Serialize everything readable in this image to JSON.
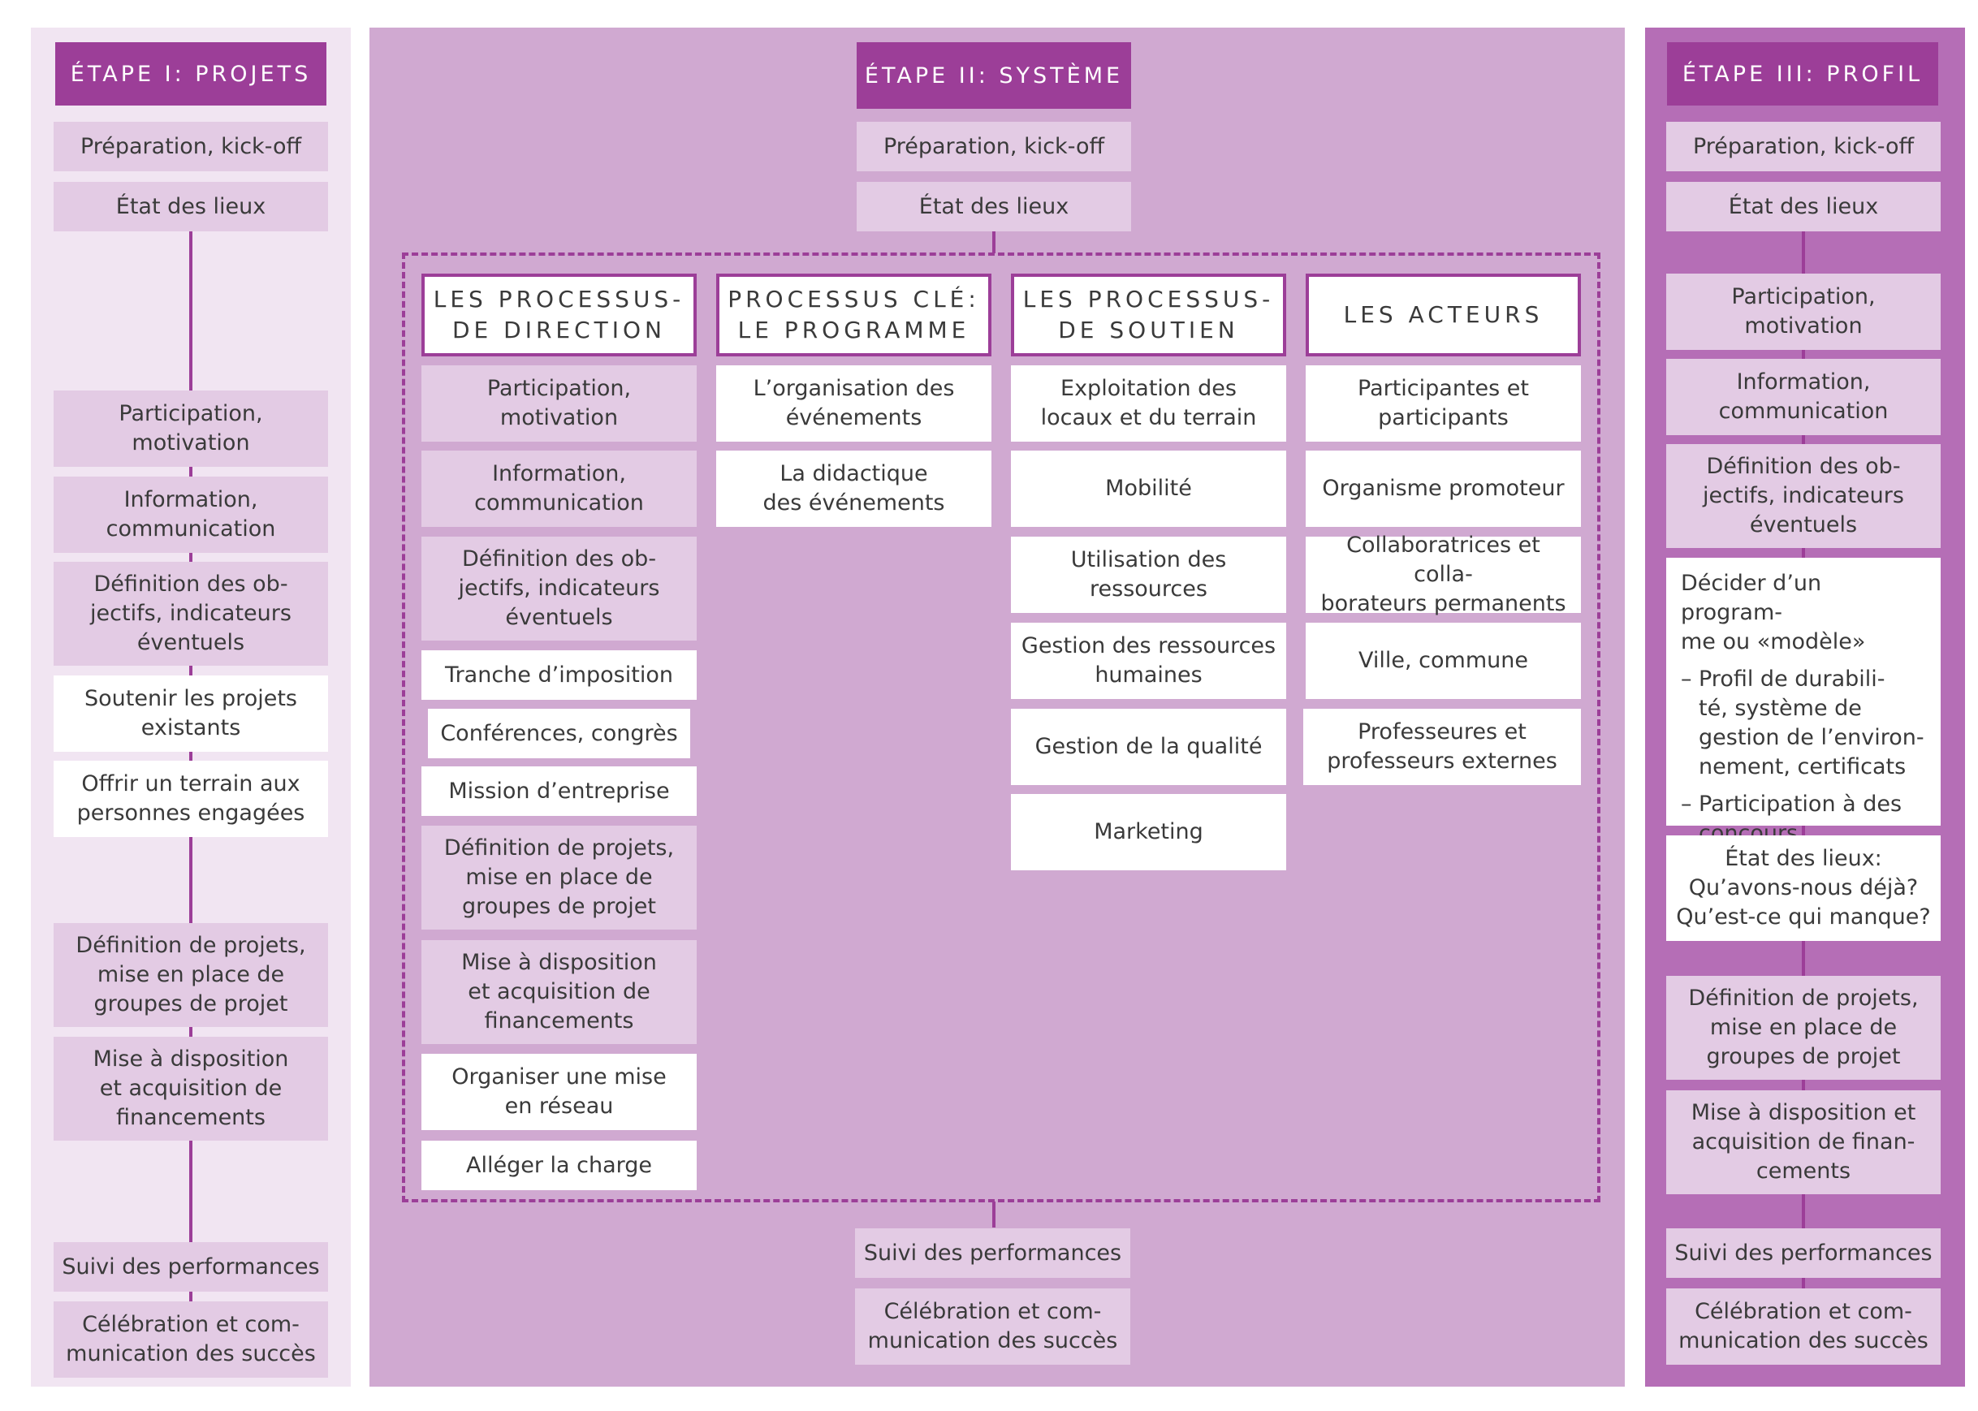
{
  "colors": {
    "accent": "#9c3e98",
    "stage1_bg": "#f1e5f2",
    "stage2_bg": "#d0a9d1",
    "stage3_bg": "#b56eb6",
    "box_light": "#e3cbe4"
  },
  "stage1": {
    "title": "ÉTAPE I: PROJETS",
    "items": [
      "Préparation, kick-off",
      "État des lieux",
      "Participation,\nmotivation",
      "Information,\ncommunication",
      "Définition des ob-\njectifs, indicateurs\néventuels",
      "Soutenir les projets\nexistants",
      "Offrir un terrain aux\npersonnes engagées",
      "Définition de projets,\nmise en place de\ngroupes de projet",
      "Mise à disposition\net acquisition de\nfinancements",
      "Suivi des performances",
      "Célébration et com-\nmunication des succès"
    ]
  },
  "stage2": {
    "title": "ÉTAPE II: SYSTÈME",
    "top_items": [
      "Préparation, kick-off",
      "État des lieux"
    ],
    "columns": [
      {
        "title": "LES PROCESSUS-\nDE DIRECTION",
        "items": [
          "Participation,\nmotivation",
          "Information,\ncommunication",
          "Définition des ob-\njectifs, indicateurs\néventuels",
          "Tranche d’imposition",
          "Conférences, congrès",
          "Mission d’entreprise",
          "Définition de projets,\nmise en place de\ngroupes de projet",
          "Mise à disposition\net acquisition de\nfinancements",
          "Organiser une mise\nen réseau",
          "Alléger la charge"
        ]
      },
      {
        "title": "PROCESSUS CLÉ:\nLE PROGRAMME",
        "items": [
          "L’organisation des\névénements",
          "La didactique\ndes événements"
        ]
      },
      {
        "title": "LES PROCESSUS-\nDE SOUTIEN",
        "items": [
          "Exploitation des\nlocaux et du terrain",
          "Mobilité",
          "Utilisation des\nressources",
          "Gestion des ressources\nhumaines",
          "Gestion de la qualité",
          "Marketing"
        ]
      },
      {
        "title": "LES ACTEURS",
        "items": [
          "Participantes et\nparticipants",
          "Organisme promoteur",
          "Collaboratrices et colla-\nborateurs permanents",
          "Ville, commune",
          "Professeures et\nprofesseurs externes"
        ]
      }
    ],
    "bottom_items": [
      "Suivi des performances",
      "Célébration et com-\nmunication des succès"
    ]
  },
  "stage3": {
    "title": "ÉTAPE III: PROFIL",
    "items": [
      "Préparation, kick-off",
      "État des lieux",
      "Participation,\nmotivation",
      "Information,\ncommunication",
      "Définition des ob-\njectifs, indicateurs\néventuels"
    ],
    "decide": {
      "intro": "Décider d’un program-\nme ou «modèle»",
      "bullet_char": "–",
      "bullets": [
        "Profil de durabili-\nté, système de\ngestion de l’environ-\nnement, certificats",
        "Participation à des\nconcours"
      ]
    },
    "items_after": [
      "État des lieux:\nQu’avons-nous déjà?\nQu’est-ce qui manque?",
      "Définition de projets,\nmise en place de\ngroupes de projet",
      "Mise à disposition et\nacquisition de finan-\ncements",
      "Suivi des performances",
      "Célébration et com-\nmunication des succès"
    ]
  }
}
